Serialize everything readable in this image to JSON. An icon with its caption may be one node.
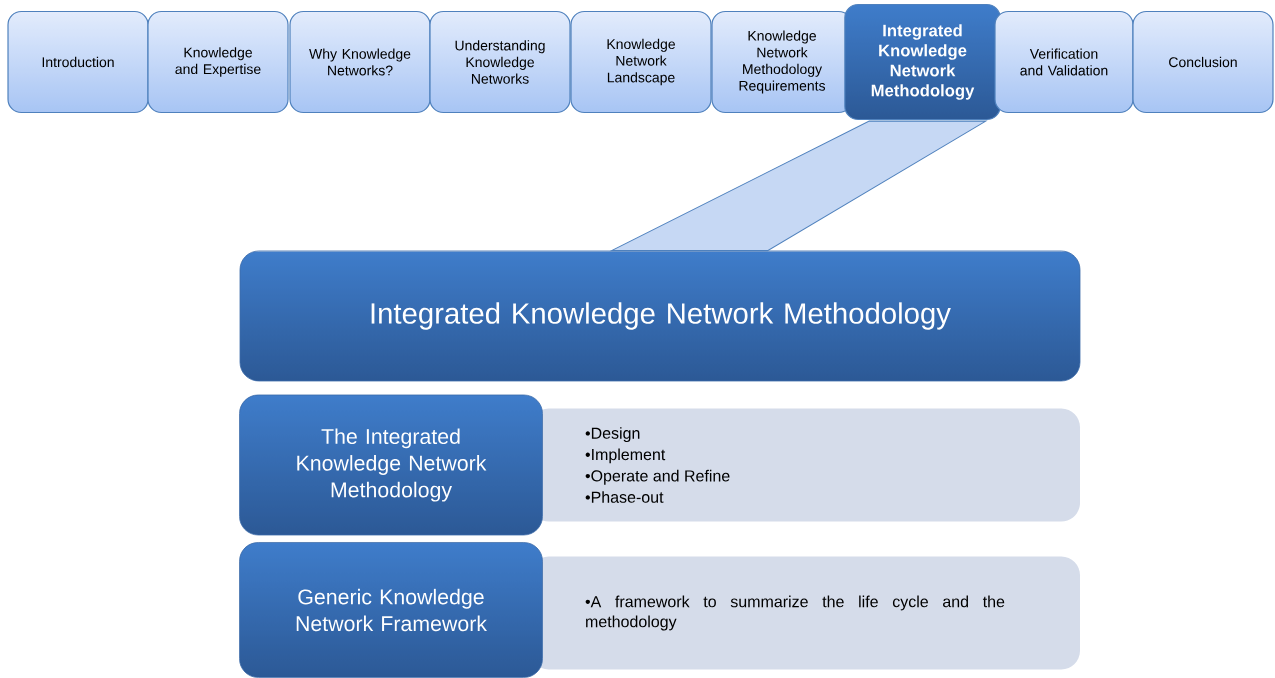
{
  "diagram": {
    "nodes": [
      {
        "text": [
          "Introduction"
        ]
      },
      {
        "text": [
          "Knowledge and Expertise"
        ]
      },
      {
        "text": [
          "Why Knowledge Networks?"
        ]
      },
      {
        "text": [
          "Understanding Knowledge Networks"
        ]
      },
      {
        "text": [
          "Knowledge Network Landscape"
        ]
      },
      {
        "text": [
          "Knowledge Network Methodology Requirements"
        ]
      },
      {
        "text": [
          "Integrated Knowledge Network Methodology"
        ]
      },
      {
        "text": [
          "Verification and Validation"
        ]
      },
      {
        "text": [
          "Conclusion"
        ]
      },
      {
        "text": [
          "Integrated Knowledge Network Methodology"
        ]
      },
      {
        "text": [
          "The Integrated Knowledge Network Methodology"
        ]
      },
      {
        "text": [
          "•Design",
          "•Implement",
          "•Operate and Refine",
          "•Phase-out"
        ]
      },
      {
        "text": [
          "Generic Knowledge Network Framework"
        ]
      },
      {
        "text": [
          "•A framework to summarize the life cycle and the methodology"
        ]
      }
    ],
    "edges": [
      {
        "from": 6,
        "to": 9,
        "arrow": "none"
      }
    ]
  }
}
